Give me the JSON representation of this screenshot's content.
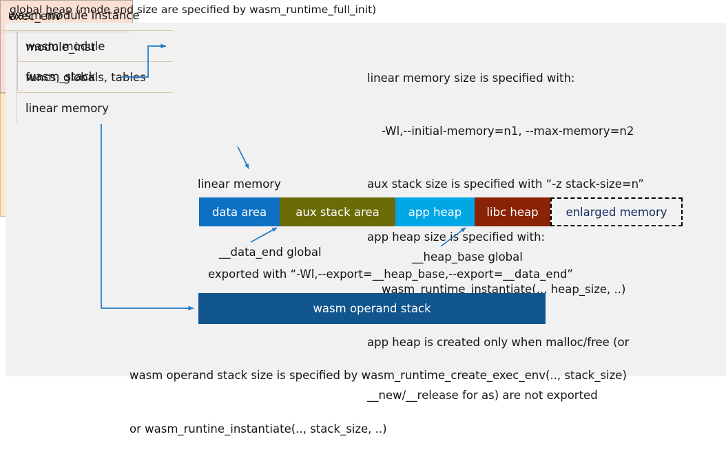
{
  "title": "global heap (mode and size are specified by wasm_runtime_full_init)",
  "colors": {
    "panel_bg": "#f1f1f1",
    "exec_env_fill": "#fadfd2",
    "module_instance_fill": "#fdeac4",
    "data_area": "#0c71c3",
    "aux_stack_area": "#6b6b08",
    "app_heap": "#00a7e5",
    "libc_heap": "#8a2206",
    "enlarged_memory_border": "#000000",
    "enlarged_memory_text": "#12295e",
    "operand_stack": "#11558f",
    "connector": "#2079c7"
  },
  "exec_env": {
    "title": "exec_env",
    "rows": [
      {
        "label": "module_inst"
      },
      {
        "label": "wasm_stack"
      }
    ]
  },
  "module_instance": {
    "title": "wasm module instance",
    "rows": [
      {
        "label": "wasm module"
      },
      {
        "label": "funcs, globals, tables"
      },
      {
        "label": "linear memory"
      }
    ]
  },
  "notes": [
    "linear memory size is specified with:",
    "    -Wl,--initial-memory=n1, --max-memory=n2",
    "aux stack size is specified with “-z stack-size=n”",
    "app heap size is specified with:",
    "    wasm_runtime_instantiate(.., heap_size, ..)",
    "app heap is created only when malloc/free (or",
    "__new/__release for as) are not exported"
  ],
  "linear_memory": {
    "caption": "linear memory",
    "segments": [
      {
        "label": "data area",
        "color": "#0c71c3",
        "width": 117,
        "text_color": "#ffffff"
      },
      {
        "label": "aux stack area",
        "color": "#6b6b08",
        "width": 168,
        "text_color": "#ffffff"
      },
      {
        "label": "app heap",
        "color": "#00a7e5",
        "width": 115,
        "text_color": "#ffffff"
      },
      {
        "label": "libc heap",
        "color": "#8a2206",
        "width": 110,
        "text_color": "#ffffff"
      },
      {
        "label": "enlarged memory",
        "color": "#f2f2f2",
        "width": 192,
        "text_color": "#12295e"
      }
    ]
  },
  "annotations": {
    "data_end": "__data_end global",
    "heap_base": "__heap_base global",
    "exported": "exported with “-Wl,--export=__heap_base,--export=__data_end”"
  },
  "operand_stack": {
    "label": "wasm operand stack"
  },
  "bottom_notes": [
    "wasm operand stack size is specified by wasm_runtime_create_exec_env(.., stack_size)",
    "or wasm_runtine_instantiate(.., stack_size, ..)"
  ]
}
